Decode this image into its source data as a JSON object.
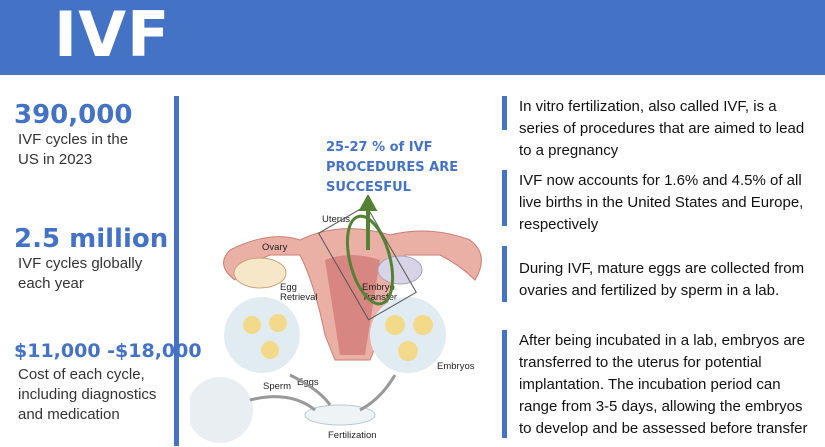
{
  "header": {
    "title": "IVF"
  },
  "stats": [
    {
      "value": "390,000",
      "desc": [
        "IVF cycles in the",
        "US in 2023"
      ]
    },
    {
      "value": "2.5 million",
      "desc": [
        "IVF cycles globally",
        "each year"
      ]
    },
    {
      "value": "$11,000 -$18,000",
      "desc": [
        "Cost of each cycle,",
        "including diagnostics",
        "and medication"
      ]
    }
  ],
  "callout": [
    "25-27 % of IVF",
    "PROCEDURES ARE",
    "SUCCESFUL"
  ],
  "diagram": {
    "uterus": "Uterus",
    "ovary": "Ovary",
    "egg_retrieval": [
      "Egg",
      "Retrieval"
    ],
    "embryo_transfer": [
      "Embryo",
      "Transfer"
    ],
    "eggs": "Eggs",
    "embryos": "Embryos",
    "sperm": "Sperm",
    "fertilization": "Fertilization"
  },
  "facts": [
    "In vitro fertilization, also called IVF, is a series of procedures that are aimed to lead to a pregnancy",
    "IVF now accounts for 1.6% and 4.5% of all live births in the United States and Europe, respectively",
    "During IVF, mature eggs are collected from ovaries and fertilized by sperm in a lab.",
    "After being incubated in a lab, embryos are transferred to the uterus for potential implantation. The incubation period can range from 3-5 days, allowing the embryos to develop and be assessed before transfer"
  ],
  "colors": {
    "accent": "#4472C4",
    "arrow": "#548235"
  }
}
